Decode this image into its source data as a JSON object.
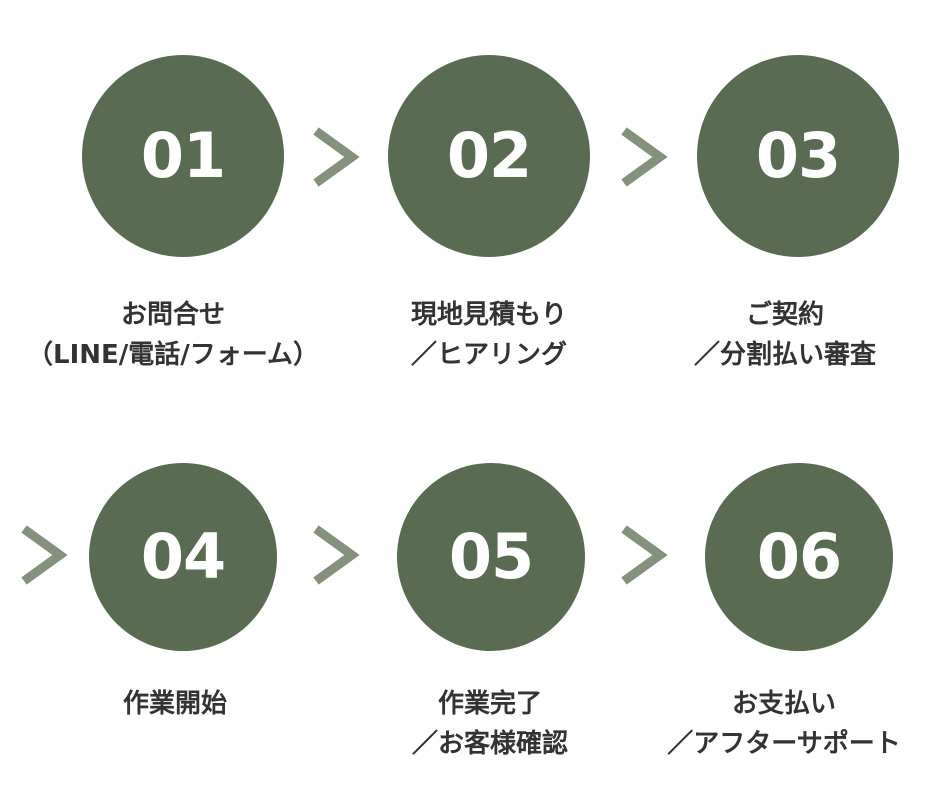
{
  "colors": {
    "circle": "#596c52",
    "arrow": "#83917d",
    "number_text": "#ffffff",
    "label_text": "#333333"
  },
  "arrow_icon": "chevron-right-icon",
  "steps": [
    {
      "number": "01",
      "label_line1": "お問合せ",
      "label_line2": "（LINE/電話/フォーム）"
    },
    {
      "number": "02",
      "label_line1": "現地見積もり",
      "label_line2": "／ヒアリング"
    },
    {
      "number": "03",
      "label_line1": "ご契約",
      "label_line2": "／分割払い審査"
    },
    {
      "number": "04",
      "label_line1": "作業開始",
      "label_line2": ""
    },
    {
      "number": "05",
      "label_line1": "作業完了",
      "label_line2": "／お客様確認"
    },
    {
      "number": "06",
      "label_line1": "お支払い",
      "label_line2": "／アフターサポート"
    }
  ]
}
